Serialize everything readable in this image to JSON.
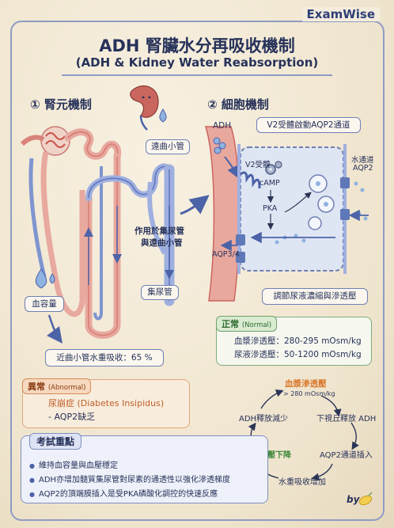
{
  "brand": "ExamWise",
  "title": "ADH 腎臟水分再吸收機制",
  "subtitle": "(ADH & Kidney Water Reabsorption)",
  "section1": {
    "heading": "① 腎元機制",
    "labels": {
      "distal": "遠曲小管",
      "acts_on_1": "作用於集尿管",
      "acts_on_2": "與遠曲小管",
      "collecting": "集尿管",
      "blood_volume": "血容量",
      "proximal": "近曲小管水重吸收：65 %"
    }
  },
  "section2": {
    "heading": "② 細胞機制",
    "labels": {
      "adh": "ADH",
      "title_box": "V2受體啟動AQP2通道",
      "v2": "V2受體",
      "camp": "cAMP",
      "pka": "PKA",
      "aqp2_1": "水通道",
      "aqp2_2": "AQP2",
      "aqp34": "AQP3/4",
      "bottom_box": "調節尿液濃縮與滲透壓"
    }
  },
  "normal": {
    "tag": "正常",
    "tag_en": "(Normal)",
    "line1": "血漿滲透壓：280-295 mOsm/kg",
    "line2": "尿液滲透壓：50-1200 mOsm/kg"
  },
  "abnormal": {
    "tag": "異常",
    "tag_en": "(Abnormal)",
    "line1": "尿崩症 (Diabetes Insipidus)",
    "line2": "- AQP2缺乏"
  },
  "cycle": {
    "top": "血漿滲透壓",
    "top_sub": "> 280 mOsm/kg",
    "right1": "下視丘釋放 ADH",
    "right2": "AQP2通道插入",
    "bottom": "水重吸收增加",
    "left1": "血漿滲透壓下降",
    "left2": "ADH釋放減少"
  },
  "exam": {
    "tag": "考試重點",
    "points": [
      "維持血容量與血壓穩定",
      "ADH亦增加髓質集尿管對尿素的通透性以強化滲透梯度",
      "AQP2的頂端膜插入是受PKA磷酸化調控的快速反應"
    ]
  },
  "signature": "by",
  "colors": {
    "navy": "#27325a",
    "red_tubule": "#d9827a",
    "blue_tubule": "#7f95cf",
    "arrow": "#4d63a8",
    "orange": "#d97a2e",
    "green": "#3f8a3c"
  },
  "icons": [
    "kidney-icon",
    "water-drop-icon",
    "gear-icon",
    "lemon-icon"
  ]
}
